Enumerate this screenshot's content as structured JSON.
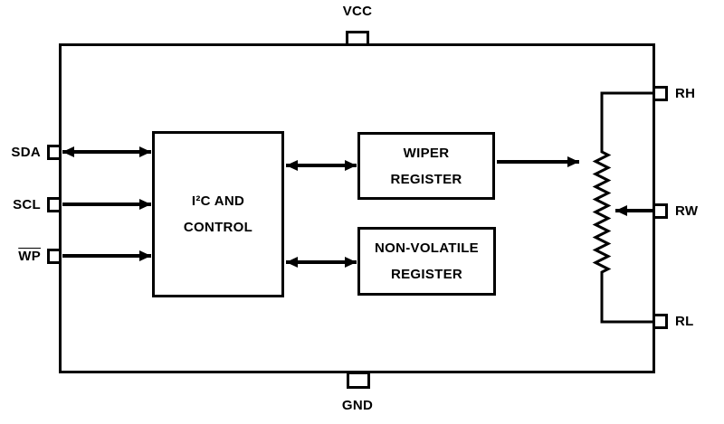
{
  "diagram": {
    "type": "block-diagram",
    "description": "I2C digital potentiometer functional block diagram",
    "colors": {
      "line": "#000000",
      "background": "#ffffff"
    },
    "pins": {
      "vcc": {
        "label": "VCC",
        "side": "top"
      },
      "gnd": {
        "label": "GND",
        "side": "bottom"
      },
      "sda": {
        "label": "SDA",
        "side": "left"
      },
      "scl": {
        "label": "SCL",
        "side": "left"
      },
      "wp": {
        "label": "WP",
        "side": "left",
        "overline": true
      },
      "rh": {
        "label": "RH",
        "side": "right"
      },
      "rw": {
        "label": "RW",
        "side": "right"
      },
      "rl": {
        "label": "RL",
        "side": "right"
      }
    },
    "blocks": {
      "control": {
        "line1": "I²C AND",
        "line2": "CONTROL"
      },
      "wiper_register": {
        "line1": "WIPER",
        "line2": "REGISTER"
      },
      "nonvolatile_register": {
        "line1": "NON-VOLATILE",
        "line2": "REGISTER"
      }
    },
    "connections": [
      {
        "from": "SDA",
        "to": "I2C AND CONTROL",
        "direction": "bidirectional"
      },
      {
        "from": "SCL",
        "to": "I2C AND CONTROL",
        "direction": "in"
      },
      {
        "from": "WP",
        "to": "I2C AND CONTROL",
        "direction": "in"
      },
      {
        "from": "I2C AND CONTROL",
        "to": "WIPER REGISTER",
        "direction": "bidirectional"
      },
      {
        "from": "I2C AND CONTROL",
        "to": "NON-VOLATILE REGISTER",
        "direction": "bidirectional"
      },
      {
        "from": "WIPER REGISTER",
        "to": "resistor array",
        "direction": "out"
      },
      {
        "from": "RW",
        "to": "resistor array wiper",
        "direction": "in"
      },
      {
        "from": "RH",
        "to": "resistor array top",
        "direction": "wire"
      },
      {
        "from": "RL",
        "to": "resistor array bottom",
        "direction": "wire"
      }
    ]
  }
}
